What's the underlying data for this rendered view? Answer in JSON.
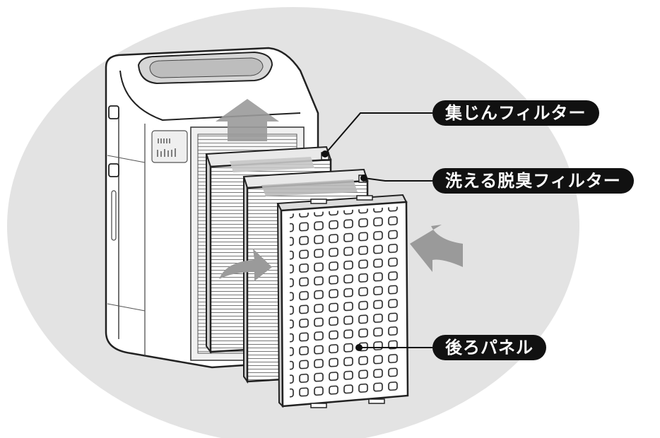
{
  "labels": {
    "dust_filter": "集じんフィルター",
    "washable_deodorizing_filter": "洗える脱臭フィルター",
    "rear_panel": "後ろパネル"
  },
  "colors": {
    "background_circle": "#e3e3e3",
    "label_bg": "#111111",
    "label_text": "#ffffff",
    "arrow": "#9a9a9a"
  }
}
